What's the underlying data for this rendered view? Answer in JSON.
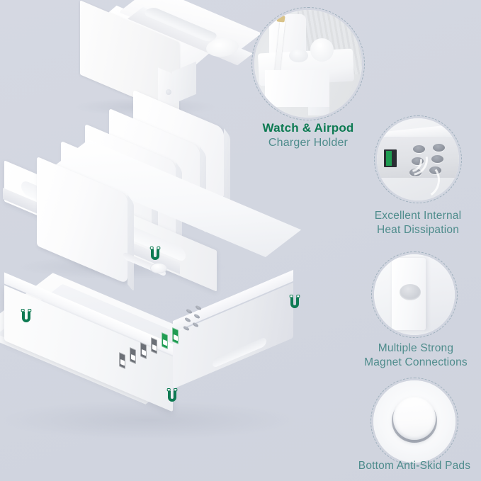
{
  "image": {
    "kind": "product-feature-infographic",
    "subject": "Multi-device charging station dock with removable divider tray and watch/airpod charger holder",
    "background_color": "#d3d7e1",
    "accent_green": "#0d7a52",
    "accent_teal": "#4e8c8c"
  },
  "callouts": [
    {
      "id": "watch-airpod",
      "icon": "watch-airpod-holder-photo",
      "label_bold": "Watch & Airpod",
      "label_sub": "Charger Holder"
    },
    {
      "id": "heat-dissipation",
      "icon": "heat-vent-photo",
      "label_line1": "Excellent Internal",
      "label_line2": "Heat Dissipation"
    },
    {
      "id": "magnet-connections",
      "icon": "magnet-disc-photo",
      "label_line1": "Multiple Strong",
      "label_line2": "Magnet Connections"
    },
    {
      "id": "anti-skid-pads",
      "icon": "anti-skid-pad-photo",
      "label_line1": "Bottom Anti-Skid Pads"
    }
  ],
  "product": {
    "parts": [
      {
        "name": "watch-airpod-charger-holder",
        "position": "top"
      },
      {
        "name": "divider-tray",
        "position": "middle",
        "divider_count": 5
      },
      {
        "name": "charging-base",
        "position": "bottom"
      }
    ],
    "usb_ports": {
      "total": 6,
      "standard_count": 4,
      "quick_charge_count": 2,
      "standard_color": "#6c7077",
      "quick_charge_color": "#1f9c52"
    },
    "vent_holes": 6,
    "magnet_markers": {
      "icon": "horseshoe-magnet-icon",
      "color": "#0d7a52",
      "count": 4
    }
  }
}
